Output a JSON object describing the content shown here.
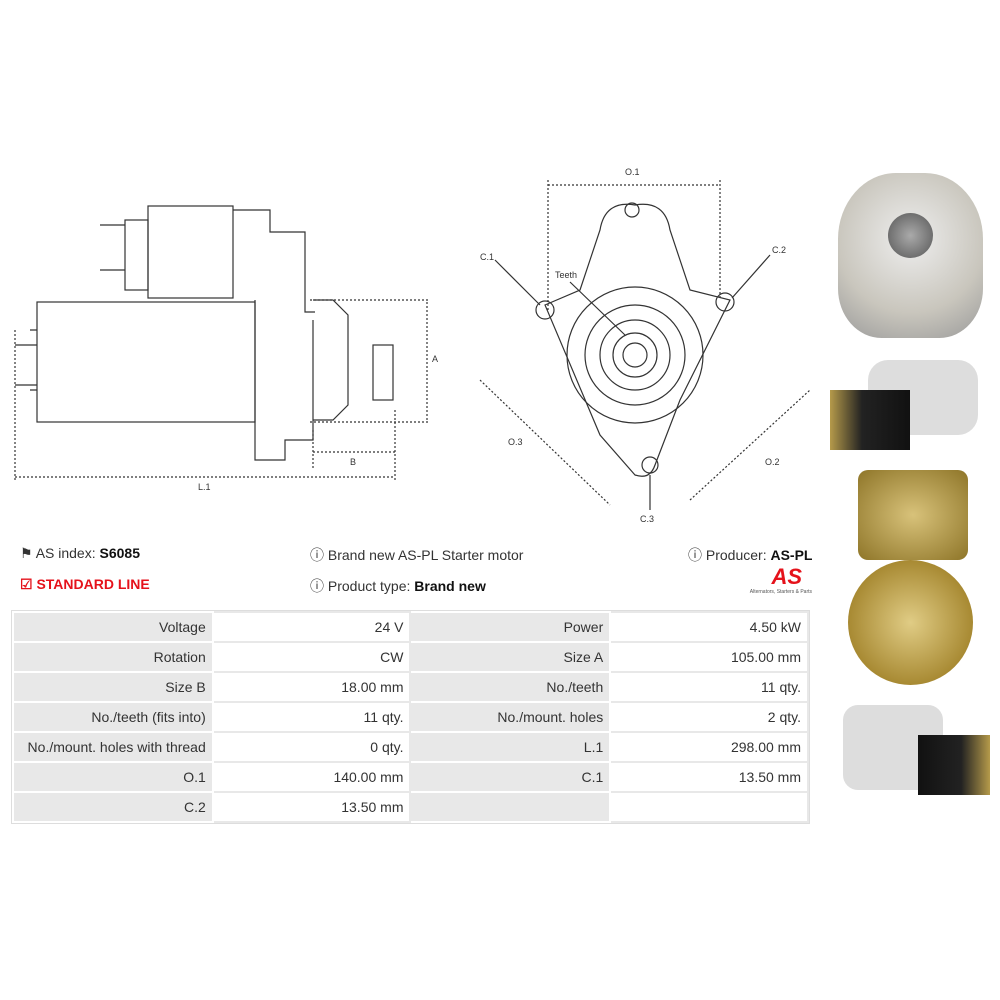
{
  "drawing_labels": {
    "a": "A",
    "b": "B",
    "l1": "L.1",
    "o1": "O.1",
    "o2": "O.2",
    "o3": "O.3",
    "c1": "C.1",
    "c2": "C.2",
    "c3": "C.3",
    "teeth": "Teeth"
  },
  "info": {
    "as_index_label": "AS index:",
    "as_index_value": "S6085",
    "line": "STANDARD LINE",
    "description": "Brand new AS-PL Starter motor",
    "product_type_label": "Product type:",
    "product_type_value": "Brand new",
    "producer_label": "Producer:",
    "producer_value": "AS-PL"
  },
  "logo": {
    "text": "AS",
    "tagline": "Alternators, Starters & Parts",
    "color": "#e5121b"
  },
  "specs": [
    [
      {
        "k": "Voltage",
        "v": "24 V"
      },
      {
        "k": "Power",
        "v": "4.50 kW"
      }
    ],
    [
      {
        "k": "Rotation",
        "v": "CW"
      },
      {
        "k": "Size A",
        "v": "105.00 mm"
      }
    ],
    [
      {
        "k": "Size B",
        "v": "18.00 mm"
      },
      {
        "k": "No./teeth",
        "v": "11 qty."
      }
    ],
    [
      {
        "k": "No./teeth (fits into)",
        "v": "11 qty."
      },
      {
        "k": "No./mount. holes",
        "v": "2 qty."
      }
    ],
    [
      {
        "k": "No./mount. holes with thread",
        "v": "0 qty."
      },
      {
        "k": "L.1",
        "v": "298.00 mm"
      }
    ],
    [
      {
        "k": "O.1",
        "v": "140.00 mm"
      },
      {
        "k": "C.1",
        "v": "13.50 mm"
      }
    ],
    [
      {
        "k": "C.2",
        "v": "13.50 mm"
      },
      {
        "k": "",
        "v": ""
      }
    ]
  ]
}
